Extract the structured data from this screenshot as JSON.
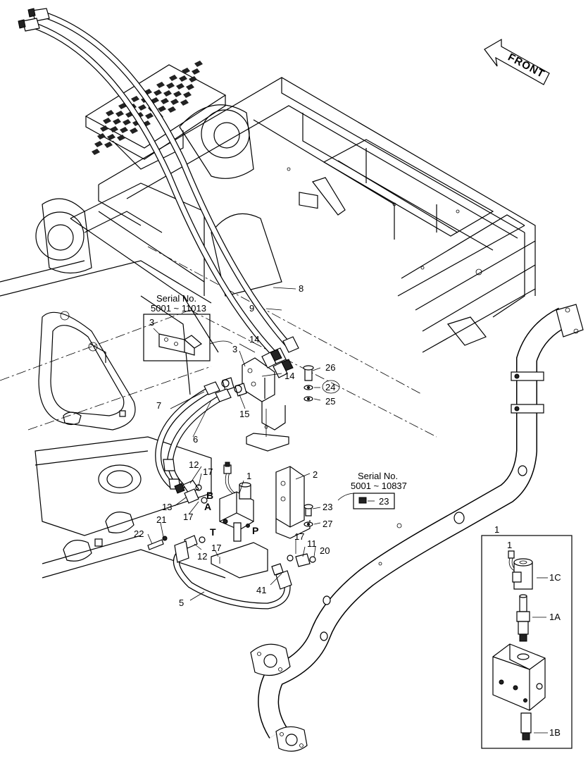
{
  "front_arrow": {
    "label": "FRONT"
  },
  "serial_notes": [
    {
      "title": "Serial No.",
      "range": "5001 ~ 11013"
    },
    {
      "title": "Serial No.",
      "range": "5001 ~ 10837"
    }
  ],
  "callouts": {
    "p1": "1",
    "p2": "2",
    "p3_box": "3",
    "p3": "3",
    "p5": "5",
    "p6": "6",
    "p7": "7",
    "p8": "8",
    "p9": "9",
    "p11": "11",
    "p12a": "12",
    "p12b": "12",
    "p13": "13",
    "p14a": "14",
    "p14b": "14",
    "p15": "15",
    "p17a": "17",
    "p17b": "17",
    "p17c": "17",
    "p17d": "17",
    "p20": "20",
    "p21": "21",
    "p22": "22",
    "p23a": "23",
    "p23_box": "23",
    "p24": "24",
    "p25": "25",
    "p26": "26",
    "p27": "27",
    "p41": "41"
  },
  "port_labels": {
    "a": "A",
    "b": "B",
    "t": "T",
    "p": "P"
  },
  "detail_inset": {
    "title": "1",
    "items": {
      "connector": "1",
      "coil": "1C",
      "cartridge": "1A",
      "plug": "1B"
    }
  }
}
